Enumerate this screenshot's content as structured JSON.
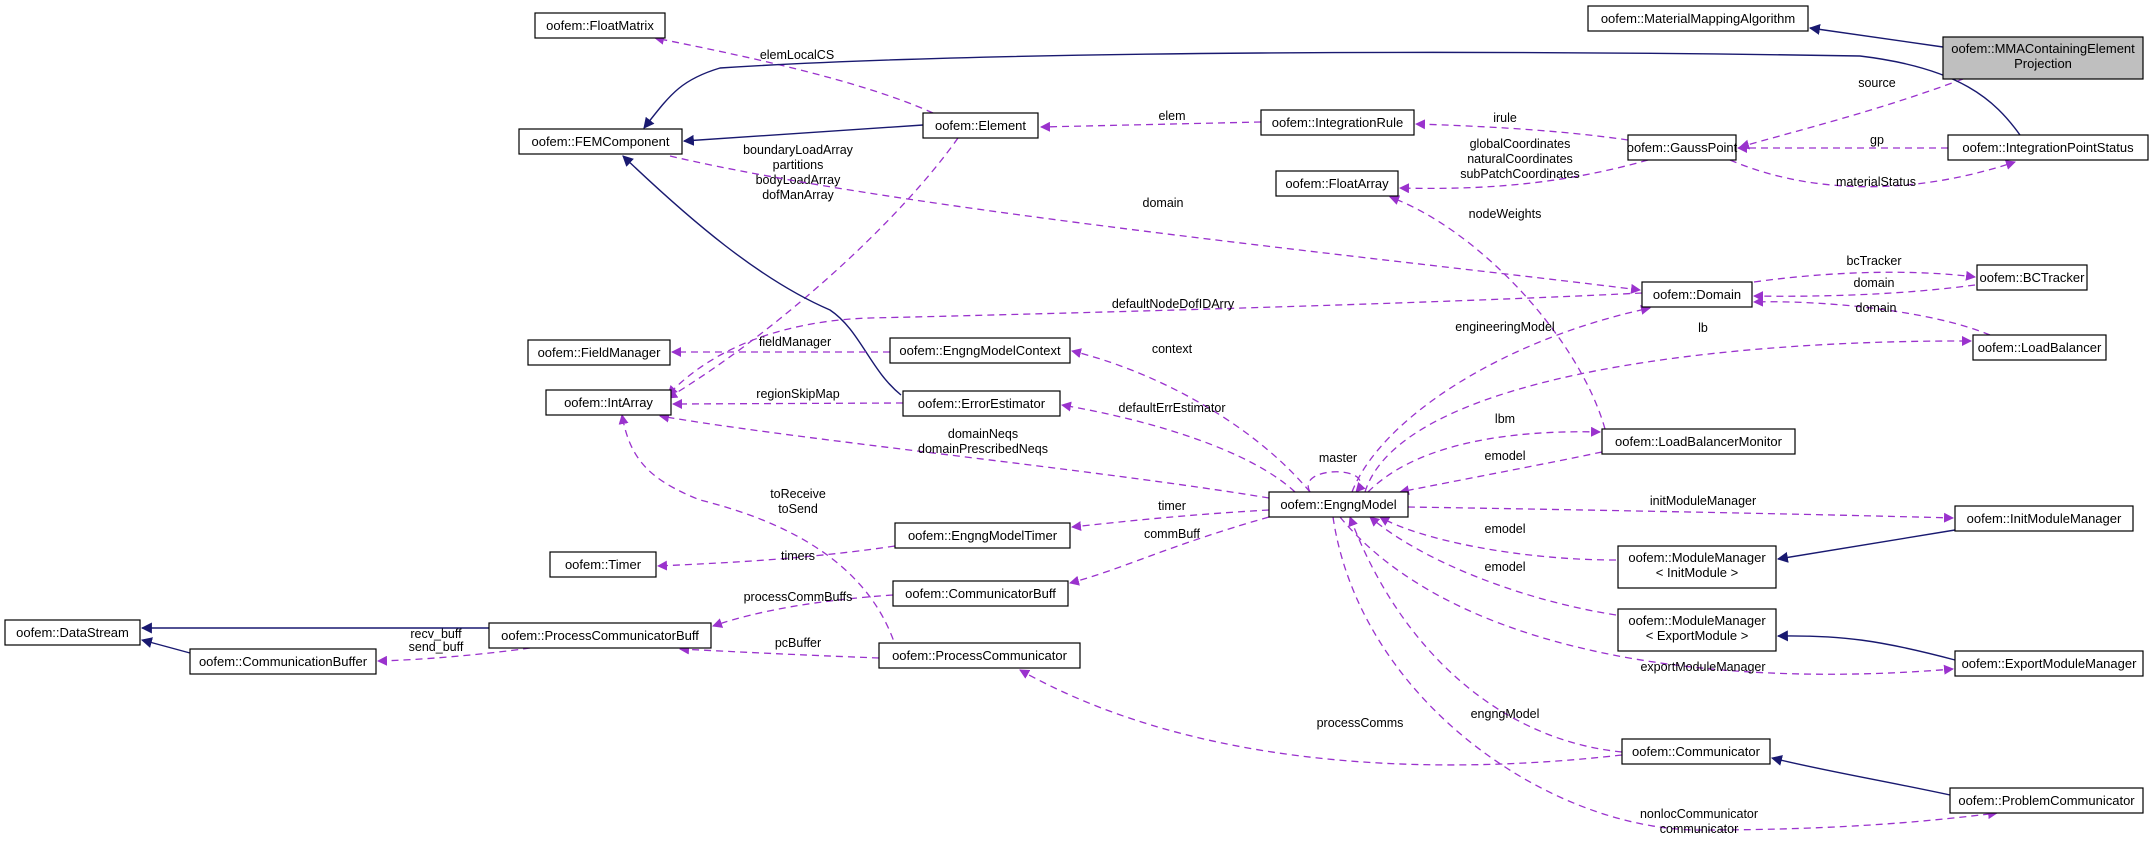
{
  "nodes": [
    {
      "id": "mmaproj",
      "lines": [
        "oofem::MMAContainingElement",
        "Projection"
      ],
      "highlight": true
    },
    {
      "id": "mma",
      "lines": [
        "oofem::MaterialMappingAlgorithm"
      ]
    },
    {
      "id": "floatmatrix",
      "lines": [
        "oofem::FloatMatrix"
      ]
    },
    {
      "id": "femcomp",
      "lines": [
        "oofem::FEMComponent"
      ]
    },
    {
      "id": "element",
      "lines": [
        "oofem::Element"
      ]
    },
    {
      "id": "intrule",
      "lines": [
        "oofem::IntegrationRule"
      ]
    },
    {
      "id": "gausspoint",
      "lines": [
        "oofem::GaussPoint"
      ]
    },
    {
      "id": "ipstatus",
      "lines": [
        "oofem::IntegrationPointStatus"
      ]
    },
    {
      "id": "floatarray",
      "lines": [
        "oofem::FloatArray"
      ]
    },
    {
      "id": "domain",
      "lines": [
        "oofem::Domain"
      ]
    },
    {
      "id": "bctracker",
      "lines": [
        "oofem::BCTracker"
      ]
    },
    {
      "id": "loadbalancer",
      "lines": [
        "oofem::LoadBalancer"
      ]
    },
    {
      "id": "fieldmanager",
      "lines": [
        "oofem::FieldManager"
      ]
    },
    {
      "id": "emcontext",
      "lines": [
        "oofem::EngngModelContext"
      ]
    },
    {
      "id": "intarray",
      "lines": [
        "oofem::IntArray"
      ]
    },
    {
      "id": "errest",
      "lines": [
        "oofem::ErrorEstimator"
      ]
    },
    {
      "id": "lbmonitor",
      "lines": [
        "oofem::LoadBalancerMonitor"
      ]
    },
    {
      "id": "engngmodel",
      "lines": [
        "oofem::EngngModel"
      ]
    },
    {
      "id": "initmm",
      "lines": [
        "oofem::InitModuleManager"
      ]
    },
    {
      "id": "emtimer",
      "lines": [
        "oofem::EngngModelTimer"
      ]
    },
    {
      "id": "timer",
      "lines": [
        "oofem::Timer"
      ]
    },
    {
      "id": "mminit",
      "lines": [
        "oofem::ModuleManager",
        "< InitModule >"
      ]
    },
    {
      "id": "commbuff",
      "lines": [
        "oofem::CommunicatorBuff"
      ]
    },
    {
      "id": "datastream",
      "lines": [
        "oofem::DataStream"
      ]
    },
    {
      "id": "pcommbuff",
      "lines": [
        "oofem::ProcessCommunicatorBuff"
      ]
    },
    {
      "id": "mmexport",
      "lines": [
        "oofem::ModuleManager",
        "< ExportModule >"
      ]
    },
    {
      "id": "commbuffer",
      "lines": [
        "oofem::CommunicationBuffer"
      ]
    },
    {
      "id": "pcomm",
      "lines": [
        "oofem::ProcessCommunicator"
      ]
    },
    {
      "id": "exportmm",
      "lines": [
        "oofem::ExportModuleManager"
      ]
    },
    {
      "id": "communicator",
      "lines": [
        "oofem::Communicator"
      ]
    },
    {
      "id": "probcomm",
      "lines": [
        "oofem::ProblemCommunicator"
      ]
    }
  ],
  "edges": [
    {
      "id": "e_mma",
      "type": "inherit",
      "labels": []
    },
    {
      "id": "e_source",
      "type": "use",
      "labels": [
        "source"
      ]
    },
    {
      "id": "e_elemlocalcs",
      "type": "use",
      "labels": [
        "elemLocalCS"
      ]
    },
    {
      "id": "e_ipstatus_fem",
      "type": "inherit",
      "labels": []
    },
    {
      "id": "e_element_fem",
      "type": "inherit",
      "labels": []
    },
    {
      "id": "e_elem",
      "type": "use",
      "labels": [
        "elem"
      ]
    },
    {
      "id": "e_irule",
      "type": "use",
      "labels": [
        "irule"
      ]
    },
    {
      "id": "e_gp",
      "type": "use",
      "labels": [
        "gp"
      ]
    },
    {
      "id": "e_matstatus",
      "type": "use",
      "labels": [
        "materialStatus"
      ]
    },
    {
      "id": "e_coords",
      "type": "use",
      "labels": [
        "globalCoordinates",
        "naturalCoordinates",
        "subPatchCoordinates"
      ]
    },
    {
      "id": "e_elemarrays",
      "type": "use",
      "labels": [
        "boundaryLoadArray",
        "partitions",
        "bodyLoadArray",
        "dofManArray"
      ]
    },
    {
      "id": "e_domain_fem",
      "type": "use",
      "labels": [
        "domain"
      ]
    },
    {
      "id": "e_nodeweights",
      "type": "use",
      "labels": [
        "nodeWeights"
      ]
    },
    {
      "id": "e_bctracker",
      "type": "use",
      "labels": [
        "bcTracker"
      ]
    },
    {
      "id": "e_bc_domain",
      "type": "use",
      "labels": [
        "domain"
      ]
    },
    {
      "id": "e_lb_domain",
      "type": "use",
      "labels": [
        "domain"
      ]
    },
    {
      "id": "e_errest_fem",
      "type": "inherit",
      "labels": []
    },
    {
      "id": "e_defaultnode",
      "type": "use",
      "labels": [
        "defaultNodeDofIDArry"
      ]
    },
    {
      "id": "e_fieldmanager",
      "type": "use",
      "labels": [
        "fieldManager"
      ]
    },
    {
      "id": "e_regionskip",
      "type": "use",
      "labels": [
        "regionSkipMap"
      ]
    },
    {
      "id": "e_context",
      "type": "use",
      "labels": [
        "context"
      ]
    },
    {
      "id": "e_engmodel_dom",
      "type": "use",
      "labels": [
        "engineeringModel"
      ]
    },
    {
      "id": "e_lb",
      "type": "use",
      "labels": [
        "lb"
      ]
    },
    {
      "id": "e_deferr",
      "type": "use",
      "labels": [
        "defaultErrEstimator"
      ]
    },
    {
      "id": "e_lbm",
      "type": "use",
      "labels": [
        "lbm"
      ]
    },
    {
      "id": "e_emodel_lbm",
      "type": "use",
      "labels": [
        "emodel"
      ]
    },
    {
      "id": "e_master",
      "type": "use",
      "labels": [
        "master"
      ]
    },
    {
      "id": "e_neqs",
      "type": "use",
      "labels": [
        "domainNeqs",
        "domainPrescribedNeqs"
      ]
    },
    {
      "id": "e_torecv",
      "type": "use",
      "labels": [
        "toReceive",
        "toSend"
      ]
    },
    {
      "id": "e_initmm",
      "type": "use",
      "labels": [
        "initModuleManager"
      ]
    },
    {
      "id": "e_timer",
      "type": "use",
      "labels": [
        "timer"
      ]
    },
    {
      "id": "e_timers",
      "type": "use",
      "labels": [
        "timers"
      ]
    },
    {
      "id": "e_emodel_init",
      "type": "use",
      "labels": [
        "emodel"
      ]
    },
    {
      "id": "e_initmm_inh",
      "type": "inherit",
      "labels": []
    },
    {
      "id": "e_commbuff",
      "type": "use",
      "labels": [
        "commBuff"
      ]
    },
    {
      "id": "e_pcommbuffs",
      "type": "use",
      "labels": [
        "processCommBuffs"
      ]
    },
    {
      "id": "e_emodel_exp",
      "type": "use",
      "labels": [
        "emodel"
      ]
    },
    {
      "id": "e_pcb_ds",
      "type": "inherit",
      "labels": []
    },
    {
      "id": "e_cb_ds",
      "type": "inherit",
      "labels": []
    },
    {
      "id": "e_recvbuff",
      "type": "use",
      "labels": [
        "recv_buff",
        "send_buff"
      ]
    },
    {
      "id": "e_pcbuffer",
      "type": "use",
      "labels": [
        "pcBuffer"
      ]
    },
    {
      "id": "e_exportmm_inh",
      "type": "inherit",
      "labels": []
    },
    {
      "id": "e_exportmm",
      "type": "use",
      "labels": [
        "exportModuleManager"
      ]
    },
    {
      "id": "e_engngmodel_comm",
      "type": "use",
      "labels": [
        "engngModel"
      ]
    },
    {
      "id": "e_processcomms",
      "type": "use",
      "labels": [
        "processComms"
      ]
    },
    {
      "id": "e_probcomm_inh",
      "type": "inherit",
      "labels": []
    },
    {
      "id": "e_nonloc",
      "type": "use",
      "labels": [
        "nonlocCommunicator",
        "communicator"
      ]
    }
  ]
}
